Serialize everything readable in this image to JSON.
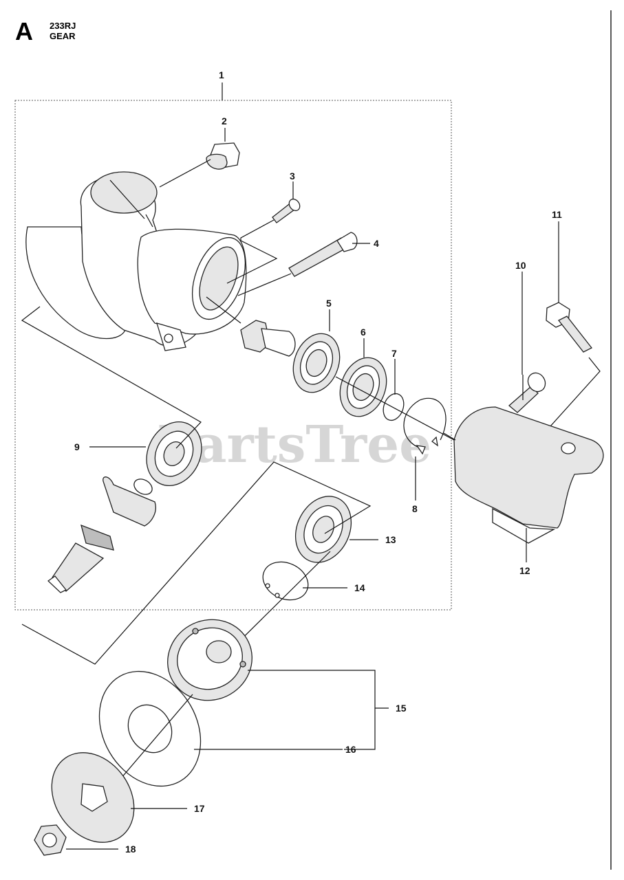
{
  "header": {
    "section_letter": "A",
    "model": "233RJ",
    "group": "GEAR"
  },
  "watermark": "PartsTree",
  "callouts": [
    "1",
    "2",
    "3",
    "4",
    "5",
    "6",
    "7",
    "8",
    "9",
    "10",
    "11",
    "12",
    "13",
    "14",
    "15",
    "16",
    "17",
    "18"
  ],
  "colors": {
    "line": "#111111",
    "watermark": "#c9c9c9"
  }
}
